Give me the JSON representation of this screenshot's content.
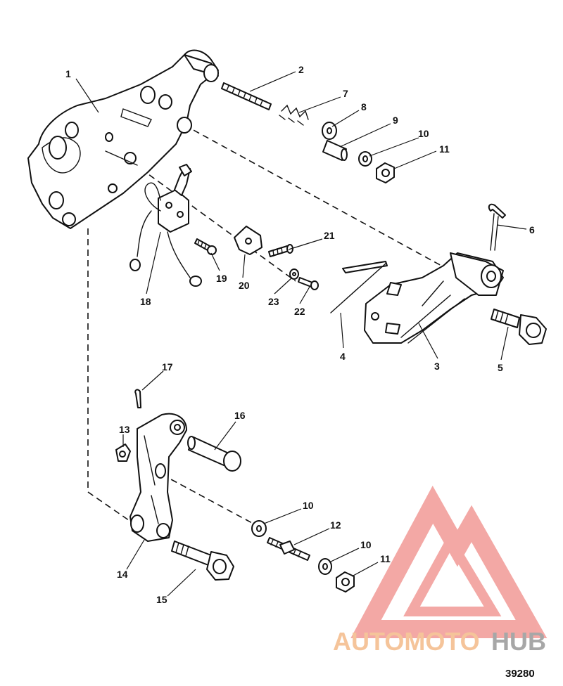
{
  "figure_number": "39280",
  "watermark": {
    "text_part1": "AUTOMOTO",
    "text_part2": "HUB",
    "color_part1": "#f5c49a",
    "color_part2": "#a7a7a7",
    "logo_color": "#f29a96"
  },
  "callouts": [
    {
      "id": "c1",
      "label": "1"
    },
    {
      "id": "c2",
      "label": "2"
    },
    {
      "id": "c3",
      "label": "3"
    },
    {
      "id": "c4",
      "label": "4"
    },
    {
      "id": "c5",
      "label": "5"
    },
    {
      "id": "c6",
      "label": "6"
    },
    {
      "id": "c7",
      "label": "7"
    },
    {
      "id": "c8",
      "label": "8"
    },
    {
      "id": "c9",
      "label": "9"
    },
    {
      "id": "c10a",
      "label": "10"
    },
    {
      "id": "c11a",
      "label": "11"
    },
    {
      "id": "c18",
      "label": "18"
    },
    {
      "id": "c19",
      "label": "19"
    },
    {
      "id": "c20",
      "label": "20"
    },
    {
      "id": "c21",
      "label": "21"
    },
    {
      "id": "c22",
      "label": "22"
    },
    {
      "id": "c23",
      "label": "23"
    },
    {
      "id": "c17",
      "label": "17"
    },
    {
      "id": "c13",
      "label": "13"
    },
    {
      "id": "c16",
      "label": "16"
    },
    {
      "id": "c14",
      "label": "14"
    },
    {
      "id": "c15",
      "label": "15"
    },
    {
      "id": "c10b",
      "label": "10"
    },
    {
      "id": "c12",
      "label": "12"
    },
    {
      "id": "c10c",
      "label": "10"
    },
    {
      "id": "c11b",
      "label": "11"
    }
  ]
}
